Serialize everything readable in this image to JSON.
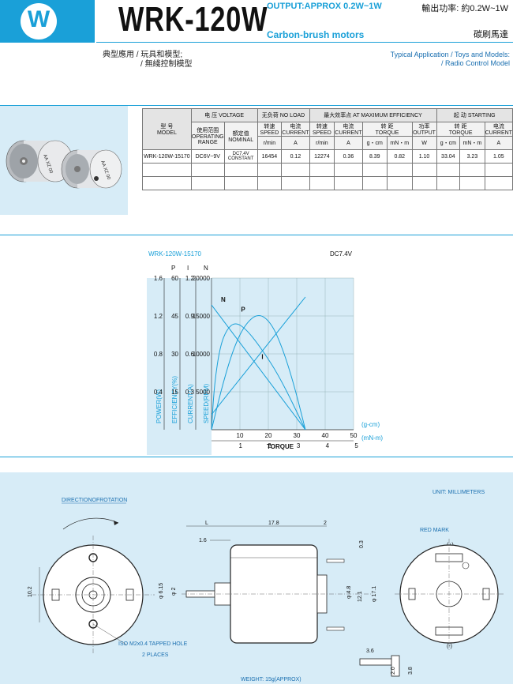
{
  "header": {
    "logo_letter": "W",
    "title": "WRK-120W",
    "output_range": "OUTPUT:APPROX 0.2W~1W",
    "subtitle": "Carbon-brush motors",
    "cn_power": "輸出功率: 約0.2W~1W",
    "cn_motor_type": "碳刷馬達"
  },
  "applications": {
    "cn_label": "典型應用",
    "cn_items": [
      "玩具和模型;",
      "無綫控制模型"
    ],
    "en_label": "Typical Application",
    "en_items": [
      "Toys and Models:",
      "Radio Control Model"
    ]
  },
  "spec_table": {
    "model_cn": "型 号",
    "model_en": "MODEL",
    "voltage_cn": "电 压",
    "voltage_en": "VOLTAGE",
    "no_load_cn": "无负荷",
    "no_load_en": "NO LOAD",
    "max_eff_cn": "最大效率点",
    "max_eff_en": "AT MAXIMUM EFFICIENCY",
    "starting_cn": "起 动",
    "starting_en": "STARTING",
    "op_range_cn": "使用范围",
    "op_range_en": "OPERATING RANGE",
    "nominal_cn": "額定值",
    "nominal_en": "NOMINAL",
    "speed_cn": "转速",
    "speed_en": "SPEED",
    "current_cn": "电流",
    "current_en": "CURRENT",
    "torque_cn": "转 距",
    "torque_en": "TORQUE",
    "output_cn": "功率",
    "output_en": "OUTPUT",
    "units": [
      "r/min",
      "A",
      "r/min",
      "A",
      "g・cm",
      "mN・m",
      "W",
      "g・cm",
      "mN・m",
      "A"
    ],
    "row": {
      "model": "WRK-120W-15170",
      "op_range": "DC6V~9V",
      "nominal": "DC7.4V CONSTANT",
      "nl_speed": "16454",
      "nl_current": "0.12",
      "me_speed": "12274",
      "me_current": "0.36",
      "me_torque_gcm": "8.39",
      "me_torque_mnm": "0.82",
      "me_output": "1.10",
      "st_torque_gcm": "33.04",
      "st_torque_mnm": "3.23",
      "st_current": "1.05"
    }
  },
  "chart_data": {
    "type": "line",
    "title": "WRK-120W-15170",
    "subtitle": "DC7.4V",
    "xlabel": "TORQUE",
    "x_unit_top": "(g-cm)",
    "x_unit_bottom": "(mN-m)",
    "x_ticks_gcm": [
      10,
      20,
      30,
      40,
      50
    ],
    "x_ticks_mnm": [
      1,
      2,
      3,
      4,
      5
    ],
    "xlim_gcm": [
      0,
      50
    ],
    "axis_headers": [
      "P",
      "I",
      "N"
    ],
    "y_axes": [
      {
        "label": "POWER(W)",
        "ticks": [
          0.4,
          0.8,
          1.2,
          1.6
        ],
        "ylim": [
          0,
          1.6
        ]
      },
      {
        "label": "EFFICIENCY(%)",
        "ticks": [
          15,
          30,
          45,
          60
        ],
        "ylim": [
          0,
          60
        ]
      },
      {
        "label": "CURRENT(A)",
        "ticks": [
          0.3,
          0.6,
          0.9,
          1.2
        ],
        "ylim": [
          0,
          1.2
        ]
      },
      {
        "label": "SPEED(RPM)",
        "ticks": [
          5000,
          10000,
          15000,
          20000
        ],
        "ylim": [
          0,
          20000
        ]
      }
    ],
    "grid": true,
    "series": [
      {
        "name": "N",
        "axis": "SPEED(RPM)",
        "x": [
          0,
          33.04
        ],
        "y": [
          16454,
          0
        ]
      },
      {
        "name": "I",
        "axis": "CURRENT(A)",
        "x": [
          0,
          33.04
        ],
        "y": [
          0.12,
          1.05
        ]
      },
      {
        "name": "P",
        "axis": "POWER(W)",
        "x": [
          0,
          4,
          8,
          12,
          16.5,
          21,
          25,
          29,
          33.04
        ],
        "y": [
          0,
          0.49,
          0.88,
          1.12,
          1.23,
          1.13,
          0.86,
          0.48,
          0
        ]
      },
      {
        "name": "",
        "axis": "EFFICIENCY(%)",
        "x": [
          0,
          1,
          3,
          5.5,
          8.39,
          12,
          17,
          24,
          33.04
        ],
        "y": [
          0,
          18,
          33,
          40,
          42.5,
          40,
          33,
          21,
          0
        ]
      }
    ]
  },
  "drawing": {
    "direction_label": "DIRECTIONOFROTATION",
    "unit_label": "UNIT: MILLIMETERS",
    "red_mark_label": "RED MARK",
    "iso_hole_label": "ISO M2x0.4 TAPPED HOLE",
    "places_label": "2 PLACES",
    "weight_label": "WEIGHT: 15g(APPROX)",
    "dims": {
      "l": "L",
      "len_17_8": "17.8",
      "d2": "2",
      "d1_6": "1.6",
      "d0_3": "0.3",
      "phi6_15": "φ 6.15",
      "phi2": "φ 2",
      "phi4_8": "φ 4.8",
      "d12_1": "12.1",
      "phi17_1": "φ 17.1",
      "d10_2": "10.2",
      "d3_6": "3.6",
      "d2_0": "2.0",
      "d3_8": "3.8",
      "plus": "(+)",
      "minus": "(-)"
    }
  },
  "colors": {
    "accent": "#1aa0d8",
    "panel": "#d7ecf7",
    "curve": "#1aa0d8"
  }
}
